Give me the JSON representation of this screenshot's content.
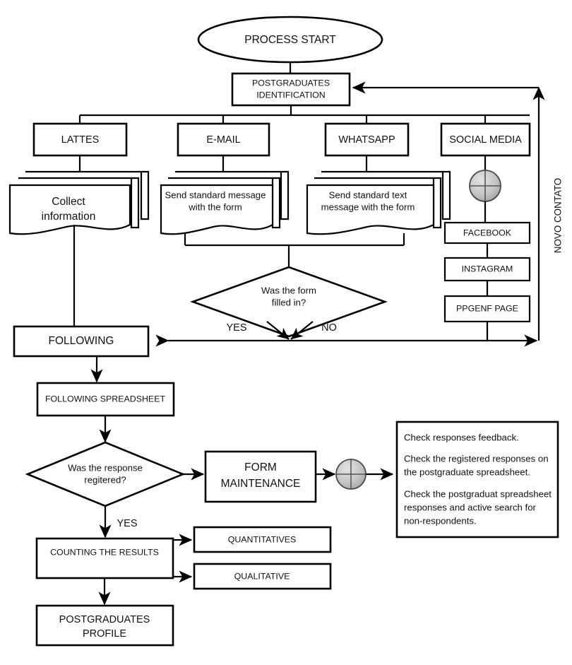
{
  "diagram": {
    "title": "Postgraduates data collection process flowchart",
    "colors": {
      "stroke": "#000000",
      "fill": "#ffffff",
      "junction_fill": "#b9b9b9"
    }
  },
  "nodes": {
    "process_start": "PROCESS START",
    "postgraduates_identification": "POSTGRADUATES\nIDENTIFICATION",
    "postgraduates_identification_l1": "POSTGRADUATES",
    "postgraduates_identification_l2": "IDENTIFICATION",
    "lattes": "LATTES",
    "email": "E-MAIL",
    "whatsapp": "WHATSAPP",
    "social_media": "SOCIAL MEDIA",
    "collect_information_l1": "Collect",
    "collect_information_l2": "information",
    "send_standard_message_l1": "Send standard message",
    "send_standard_message_l2": "with the form",
    "send_standard_text_l1": "Send standard text",
    "send_standard_text_l2": "message with the form",
    "facebook": "FACEBOOK",
    "instagram": "INSTAGRAM",
    "ppgenf_page": "PPGENF PAGE",
    "decision_form_l1": "Was the form",
    "decision_form_l2": "filled in?",
    "following": "FOLLOWING",
    "following_spreadsheet": "FOLLOWING SPREADSHEET",
    "decision_response_l1": "Was the response",
    "decision_response_l2": "regitered?",
    "form_maintenance_l1": "FORM",
    "form_maintenance_l2": "MAINTENANCE",
    "counting_the_results": "COUNTING THE RESULTS",
    "quantitatives": "QUANTITATIVES",
    "qualitative": "QUALITATIVE",
    "postgraduates_profile_l1": "POSTGRADUATES",
    "postgraduates_profile_l2": "PROFILE"
  },
  "edge_labels": {
    "yes_form": "YES",
    "no_form": "NO",
    "yes_response": "YES",
    "loop_back": "NOVO CONTATO"
  },
  "note_box": {
    "line1": "Check responses feedback.",
    "line2a": "Check the registered responses on",
    "line2b": "the postgraduate spreadsheet.",
    "line3a": "Check the postgraduat spreadsheet",
    "line3b": "responses and active search for",
    "line3c": "non-respondents."
  },
  "icons": {
    "junction_social": "merge-junction-icon",
    "junction_form": "merge-junction-icon"
  }
}
